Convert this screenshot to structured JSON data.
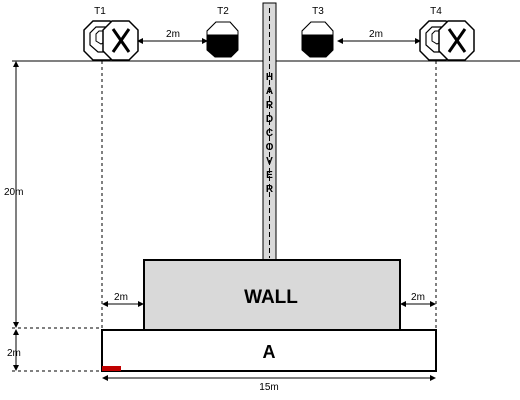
{
  "targets": [
    {
      "id": "t1",
      "label": "T1",
      "state": "crossed"
    },
    {
      "id": "t2",
      "label": "T2",
      "state": "filled"
    },
    {
      "id": "t3",
      "label": "T3",
      "state": "filled"
    },
    {
      "id": "t4",
      "label": "T4",
      "state": "crossed"
    }
  ],
  "gap_left": "2m",
  "gap_right": "2m",
  "pole_text": "HARDCOVER",
  "wall_label": "WALL",
  "wall_gap_left": "2m",
  "wall_gap_right": "2m",
  "base_label": "A",
  "height_main": "20m",
  "height_base": "2m",
  "base_width": "15m",
  "colors": {
    "marker": "#c00000",
    "fill_gray": "#d9d9d9",
    "line": "#000000"
  }
}
